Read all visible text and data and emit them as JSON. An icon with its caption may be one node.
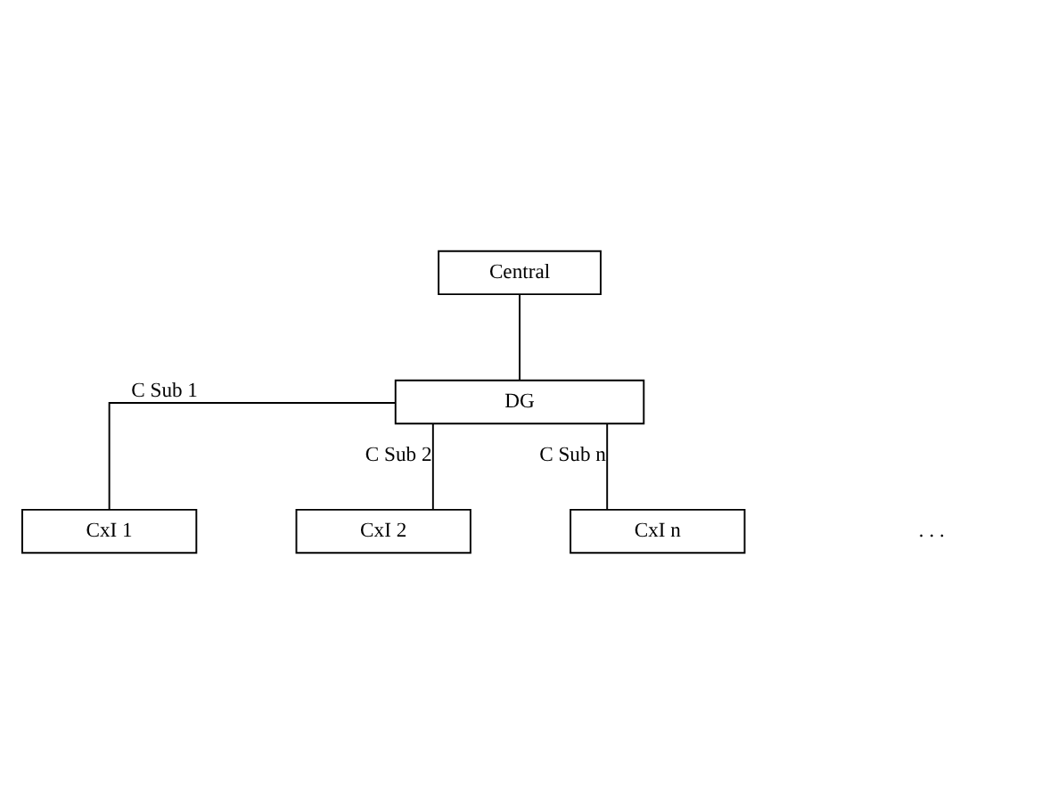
{
  "diagram": {
    "nodes": [
      {
        "text": [
          "Central"
        ]
      },
      {
        "text": [
          "DG"
        ]
      },
      {
        "text": [
          "CxI 1"
        ]
      },
      {
        "text": [
          "CxI 2"
        ]
      },
      {
        "text": [
          "CxI n"
        ]
      }
    ],
    "edges": [
      {
        "from": 0,
        "to": 1,
        "arrow": "none"
      },
      {
        "from": 1,
        "to": 2,
        "arrow": "none",
        "label": "C Sub 1"
      },
      {
        "from": 1,
        "to": 3,
        "arrow": "none",
        "label": "C Sub 2"
      },
      {
        "from": 1,
        "to": 4,
        "arrow": "none",
        "label": "C Sub n"
      }
    ],
    "labels": [
      ". . ."
    ]
  }
}
